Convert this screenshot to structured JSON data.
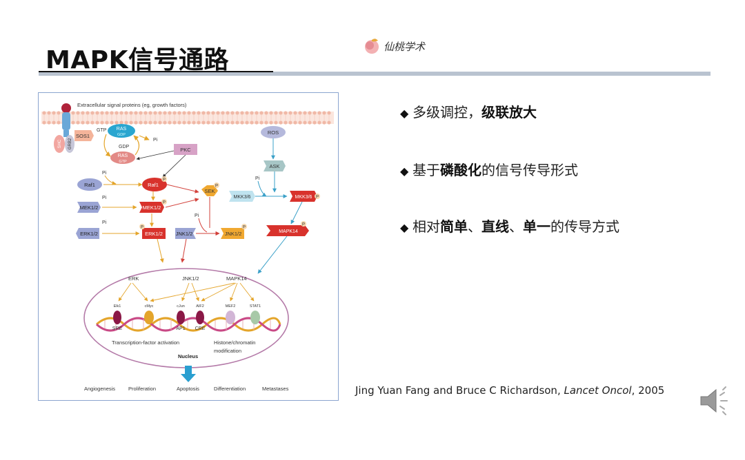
{
  "slide": {
    "title": "MAPK信号通路",
    "logo_text": "仙桃学术"
  },
  "bullets": [
    {
      "pre": "多级调控，",
      "bold": "级联放大",
      "post": ""
    },
    {
      "pre": "基于",
      "bold": "磷酸化",
      "post": "的信号传导形式"
    },
    {
      "pre": "相对",
      "bold": "简单",
      "mid1": "、",
      "bold2": "直线",
      "mid2": "、",
      "bold3": "单一",
      "post": "的传导方式"
    }
  ],
  "citation": {
    "authors": "Jing Yuan Fang and Bruce C Richardson, ",
    "journal": "Lancet Oncol",
    "year": ", 2005"
  },
  "diagram": {
    "header": "Extracellular signal proteins (eg, growth factors)",
    "nodes": {
      "shc": "SHC",
      "grb2": "GRB2",
      "sos1": "SOS1",
      "ras_gdp_top": "RAS",
      "gdp_label": "GDP",
      "ras_gtp": "RAS",
      "gtp_label": "GTP",
      "gtp": "GTP",
      "gdp": "GDP",
      "pi": "Pi",
      "pkc": "PKC",
      "ros": "ROS",
      "ask": "ASK",
      "raf1_left": "Raf1",
      "raf1_right": "Raf1",
      "mek12_left": "MEK1/2",
      "mek12_right": "MEK1/2",
      "erk12_left": "ERK1/2",
      "erk12_right": "ERK1/2",
      "sek": "SEK",
      "jnk12_left": "JNK1/2",
      "jnk12_right": "JNK1/2",
      "mkk36_left": "MKK3/6",
      "mkk36_right": "MKK3/6",
      "mapk14": "MAPK14",
      "p": "P"
    },
    "nucleus": {
      "erk": "ERK",
      "jnk": "JNK1/2",
      "mapk14": "MAPK14",
      "tfs": [
        "Elk1",
        "cMyc",
        "cJun",
        "AIF2",
        "MEF2",
        "STAT1"
      ],
      "sre": "SRE",
      "ap1": "AP1",
      "cre": "CRE",
      "tf_activation": "Transcription-factor activation",
      "histone": "Histone/chromatin",
      "modification": "modification",
      "nucleus_label": "Nucleus"
    },
    "outcomes": [
      "Angiogenesis",
      "Proliferation",
      "Apoptosis",
      "Differentiation",
      "Metastases"
    ],
    "colors": {
      "orange_arrow": "#e4a52b",
      "red_arrow": "#d2403a",
      "blue_arrow": "#3aa0c8",
      "red_node": "#d8322c",
      "lavender_node": "#9aa4d4",
      "orange_node": "#f0a830",
      "membrane": "#f2c4b4",
      "nucleus_outline": "#b47aa8"
    }
  }
}
